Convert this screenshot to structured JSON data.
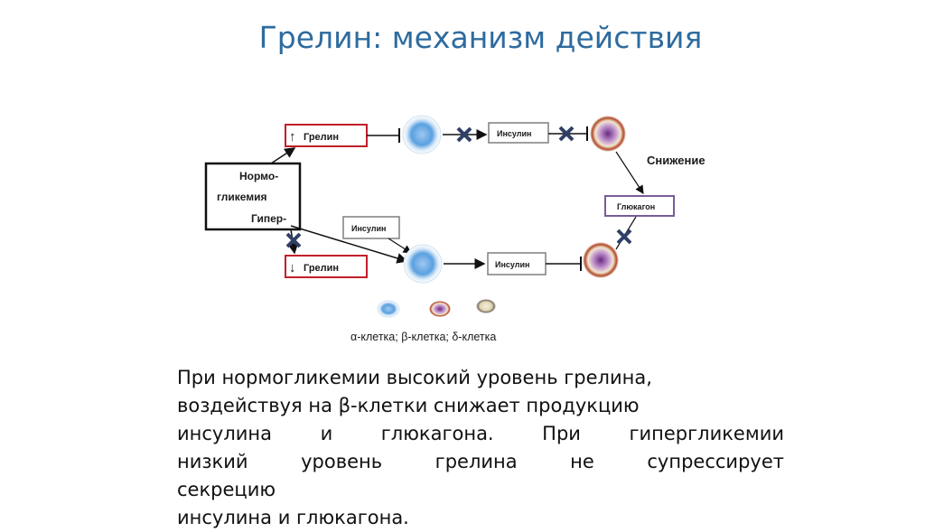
{
  "title": "Грелин: механизм действия",
  "diagram": {
    "box_ghrelin_up": "Грелин",
    "box_ghrelin_down": "Грелин",
    "arrow_up": "↑",
    "arrow_down": "↓",
    "state_norm_1": "Нормо-",
    "state_glyc": "гликемия",
    "state_hyper": "Гипер-",
    "insulin_top": "Инсулин",
    "insulin_mid": "Инсулин",
    "insulin_bottom": "Инсулин",
    "glucagon": "Глюкагон",
    "decrease": "Снижение",
    "legend": "α-клетка; β-клетка; δ-клетка",
    "colors": {
      "red_box": "#c0202a",
      "grey_box": "#7f7f7f",
      "purple_box": "#7a5c99",
      "x_mark": "#2f3f66",
      "alpha_cell": "#5aa0e0",
      "beta_cell": "#a05cb0",
      "delta_cell": "#9c8f7a"
    }
  },
  "paragraph": {
    "line1": "При нормогликемии высокий уровень грелина,",
    "line2": "воздействуя на β-клетки снижает продукцию",
    "line3": "инсулина и глюкагона. При гипергликемии",
    "line4": "низкий уровень грелина не супрессирует",
    "line5": "секрецию",
    "line6": "инсулина и глюкагона."
  }
}
